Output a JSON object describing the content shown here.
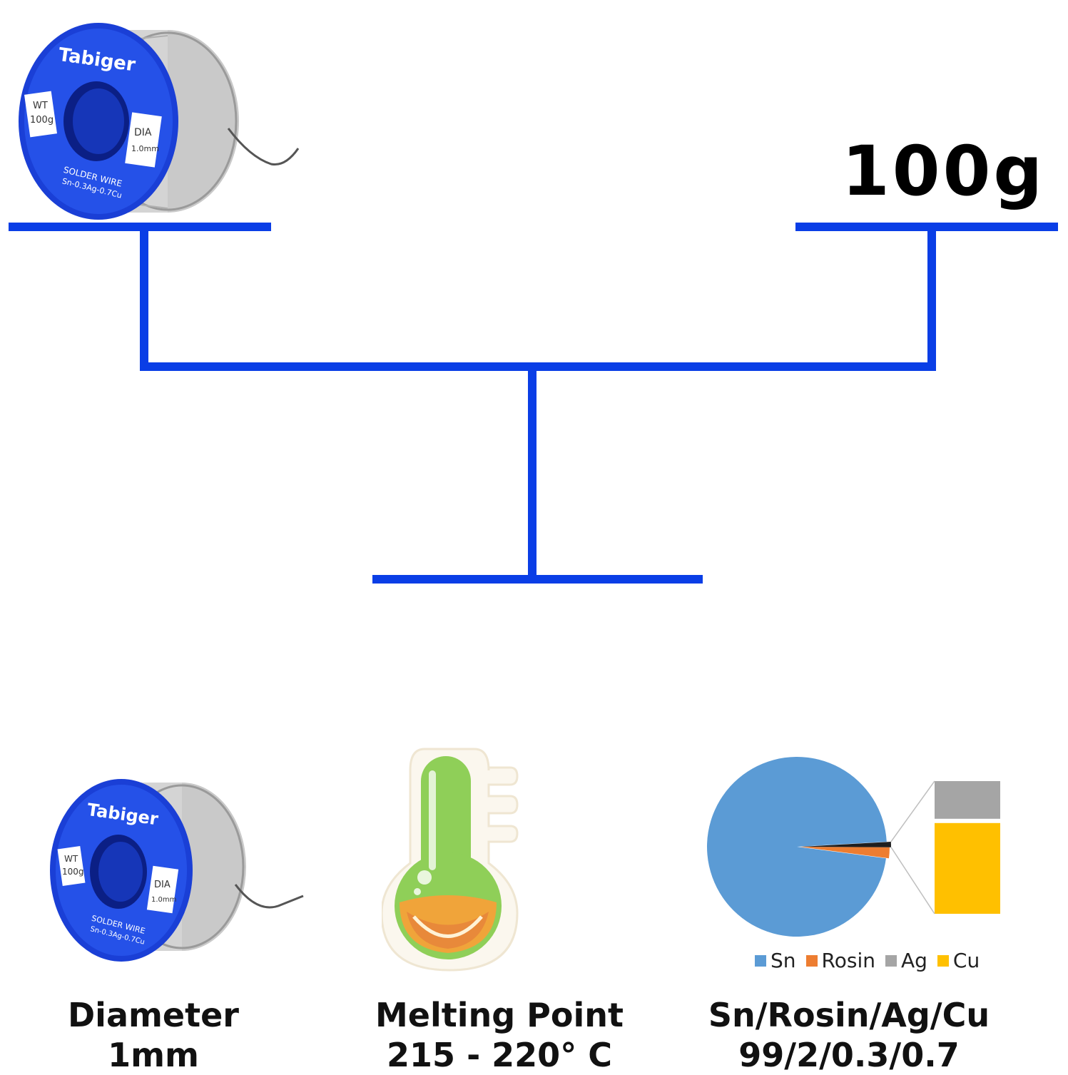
{
  "top_spool": {
    "brand": "Tabiger",
    "weight_label_line1": "WT",
    "weight_label_line2": "100g",
    "dia_label_line1": "DIA",
    "dia_label_line2": "1.0mm",
    "product_line1": "SOLDER WIRE",
    "product_line2": "Sn-0.3Ag-0.7Cu"
  },
  "scale": {
    "weight_text": "100g",
    "color": "#0a3ee6"
  },
  "bottom_spool": {
    "brand": "Tabiger",
    "weight_label_line1": "WT",
    "weight_label_line2": "100g",
    "dia_label_line1": "DIA",
    "dia_label_line2": "1.0mm",
    "product_line1": "SOLDER WIRE",
    "product_line2": "Sn-0.3Ag-0.7Cu"
  },
  "features": [
    {
      "title": "Diameter",
      "value": "1mm"
    },
    {
      "title": "Melting Point",
      "value": "215 - 220° C"
    },
    {
      "title": "Sn/Rosin/Ag/Cu",
      "value": "99/2/0.3/0.7"
    }
  ],
  "icons": {
    "spool": "solder-spool-icon",
    "thermometer": "thermometer-icon",
    "pie": "composition-pie-icon"
  },
  "chart_data": {
    "type": "pie",
    "categories": [
      "Sn",
      "Rosin",
      "Ag",
      "Cu"
    ],
    "values": [
      99,
      2,
      0.3,
      0.7
    ],
    "colors": [
      "#5b9bd5",
      "#ed7d31",
      "#a5a5a5",
      "#ffc000"
    ],
    "legend": "bottom"
  }
}
